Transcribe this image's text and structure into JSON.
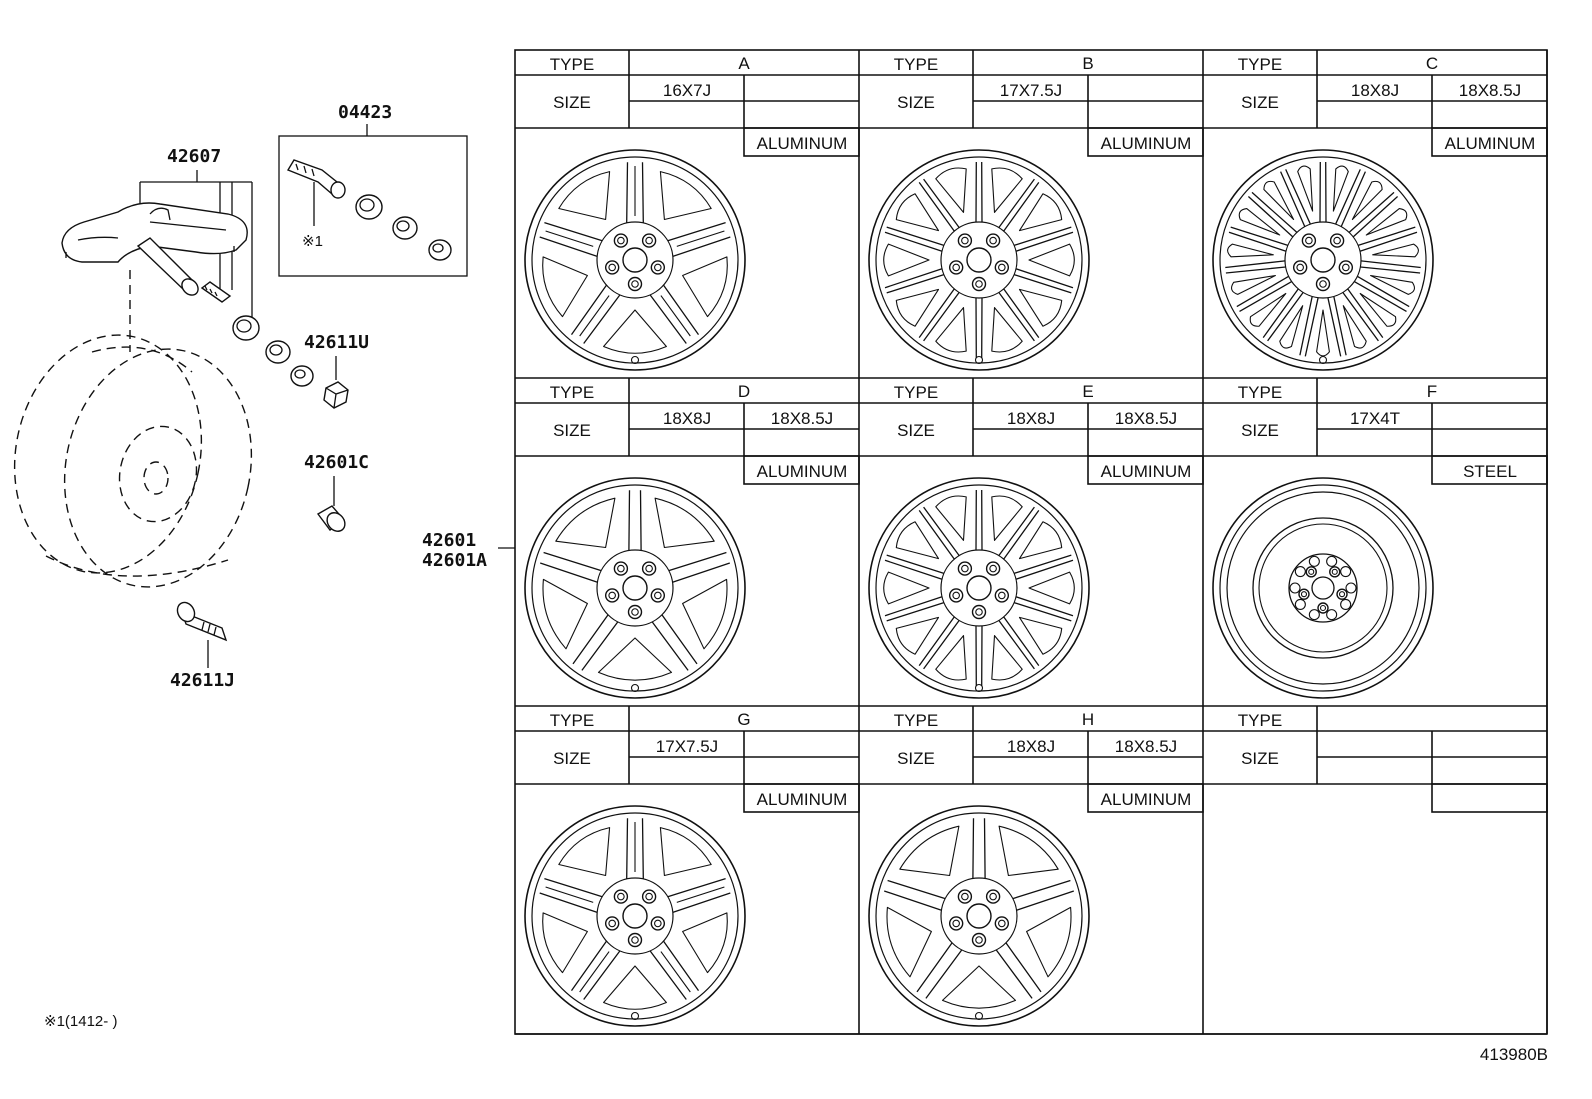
{
  "parts": {
    "sensor": "42607",
    "valve_kit": "04423",
    "valve_kit_note": "※1",
    "nut": "42611U",
    "cap": "42601C",
    "valve": "42611J",
    "wheel_1": "42601",
    "wheel_2": "42601A"
  },
  "footnote": "※1(1412-      )",
  "drawing_id": "413980B",
  "headers": {
    "type": "TYPE",
    "size": "SIZE"
  },
  "cells": [
    {
      "type": "A",
      "size1": "16X7J",
      "size2": "",
      "material": "ALUMINUM",
      "style": "five_split"
    },
    {
      "type": "B",
      "size1": "17X7.5J",
      "size2": "",
      "material": "ALUMINUM",
      "style": "ten_spoke"
    },
    {
      "type": "C",
      "size1": "18X8J",
      "size2": "18X8.5J",
      "material": "ALUMINUM",
      "style": "multi_spoke"
    },
    {
      "type": "D",
      "size1": "18X8J",
      "size2": "18X8.5J",
      "material": "ALUMINUM",
      "style": "five_spoke"
    },
    {
      "type": "E",
      "size1": "18X8J",
      "size2": "18X8.5J",
      "material": "ALUMINUM",
      "style": "ten_spoke"
    },
    {
      "type": "F",
      "size1": "17X4T",
      "size2": "",
      "material": "STEEL",
      "style": "steel"
    },
    {
      "type": "G",
      "size1": "17X7.5J",
      "size2": "",
      "material": "ALUMINUM",
      "style": "five_split"
    },
    {
      "type": "H",
      "size1": "18X8J",
      "size2": "18X8.5J",
      "material": "ALUMINUM",
      "style": "five_spoke"
    },
    {
      "type": "",
      "size1": "",
      "size2": "",
      "material": "",
      "style": "none"
    }
  ]
}
